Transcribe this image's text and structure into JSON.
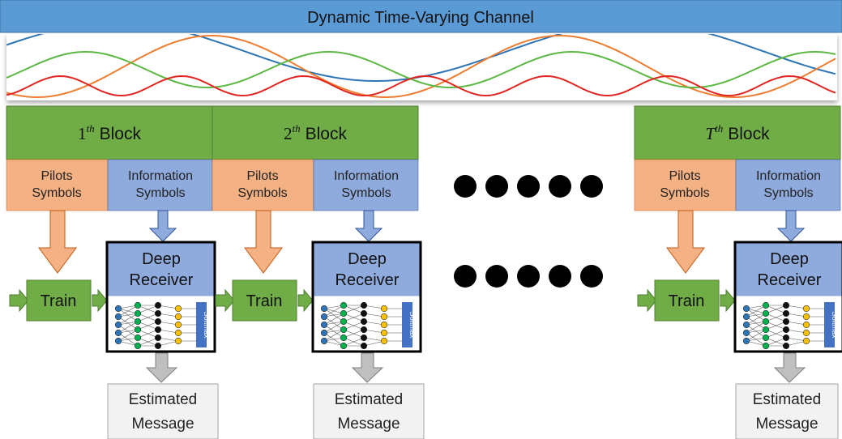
{
  "title": "Dynamic Time-Varying Channel",
  "colors": {
    "title_bar": "#5b9bd5",
    "block_header": "#70ad47",
    "pilots": "#f4b183",
    "info": "#8faadc",
    "train": "#70ad47",
    "receiver_header": "#8faadc",
    "output_box": "#f2f2f2",
    "output_arrow": "#bfbfbf",
    "wave_blue": "#2e75b6",
    "wave_orange": "#ed7d31",
    "wave_green": "#5cb843",
    "wave_red": "#e0241f"
  },
  "blocks": [
    {
      "header_num": "1",
      "header_sup": "th",
      "header_word": "Block",
      "pilots_line1": "Pilots",
      "pilots_line2": "Symbols",
      "info_line1": "Information",
      "info_line2": "Symbols",
      "train": "Train",
      "receiver_line1": "Deep",
      "receiver_line2": "Receiver",
      "softmax": "Softmax",
      "output_line1": "Estimated",
      "output_line2": "Message"
    },
    {
      "header_num": "2",
      "header_sup": "th",
      "header_word": "Block",
      "pilots_line1": "Pilots",
      "pilots_line2": "Symbols",
      "info_line1": "Information",
      "info_line2": "Symbols",
      "train": "Train",
      "receiver_line1": "Deep",
      "receiver_line2": "Receiver",
      "softmax": "Softmax",
      "output_line1": "Estimated",
      "output_line2": "Message"
    },
    {
      "header_num": "T",
      "header_sup": "th",
      "header_word": "Block",
      "pilots_line1": "Pilots",
      "pilots_line2": "Symbols",
      "info_line1": "Information",
      "info_line2": "Symbols",
      "train": "Train",
      "receiver_line1": "Deep",
      "receiver_line2": "Receiver",
      "softmax": "Softmax",
      "output_line1": "Estimated",
      "output_line2": "Message"
    }
  ]
}
